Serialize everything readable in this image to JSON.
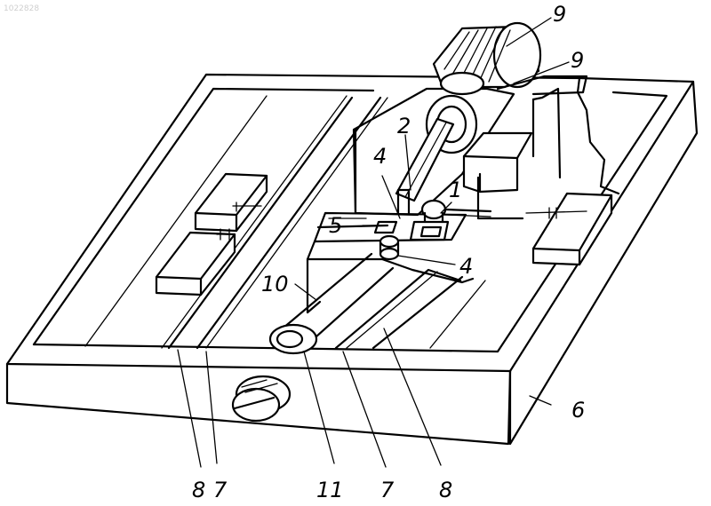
{
  "watermark": "1022828",
  "labels": {
    "l1": "1",
    "l2": "2",
    "l4a": "4",
    "l4b": "4",
    "l5": "5",
    "l6": "6",
    "l7a": "7",
    "l7b": "7",
    "l8a": "8",
    "l8b": "8",
    "l9a": "9",
    "l9b": "9",
    "l10": "10",
    "l11": "11"
  }
}
